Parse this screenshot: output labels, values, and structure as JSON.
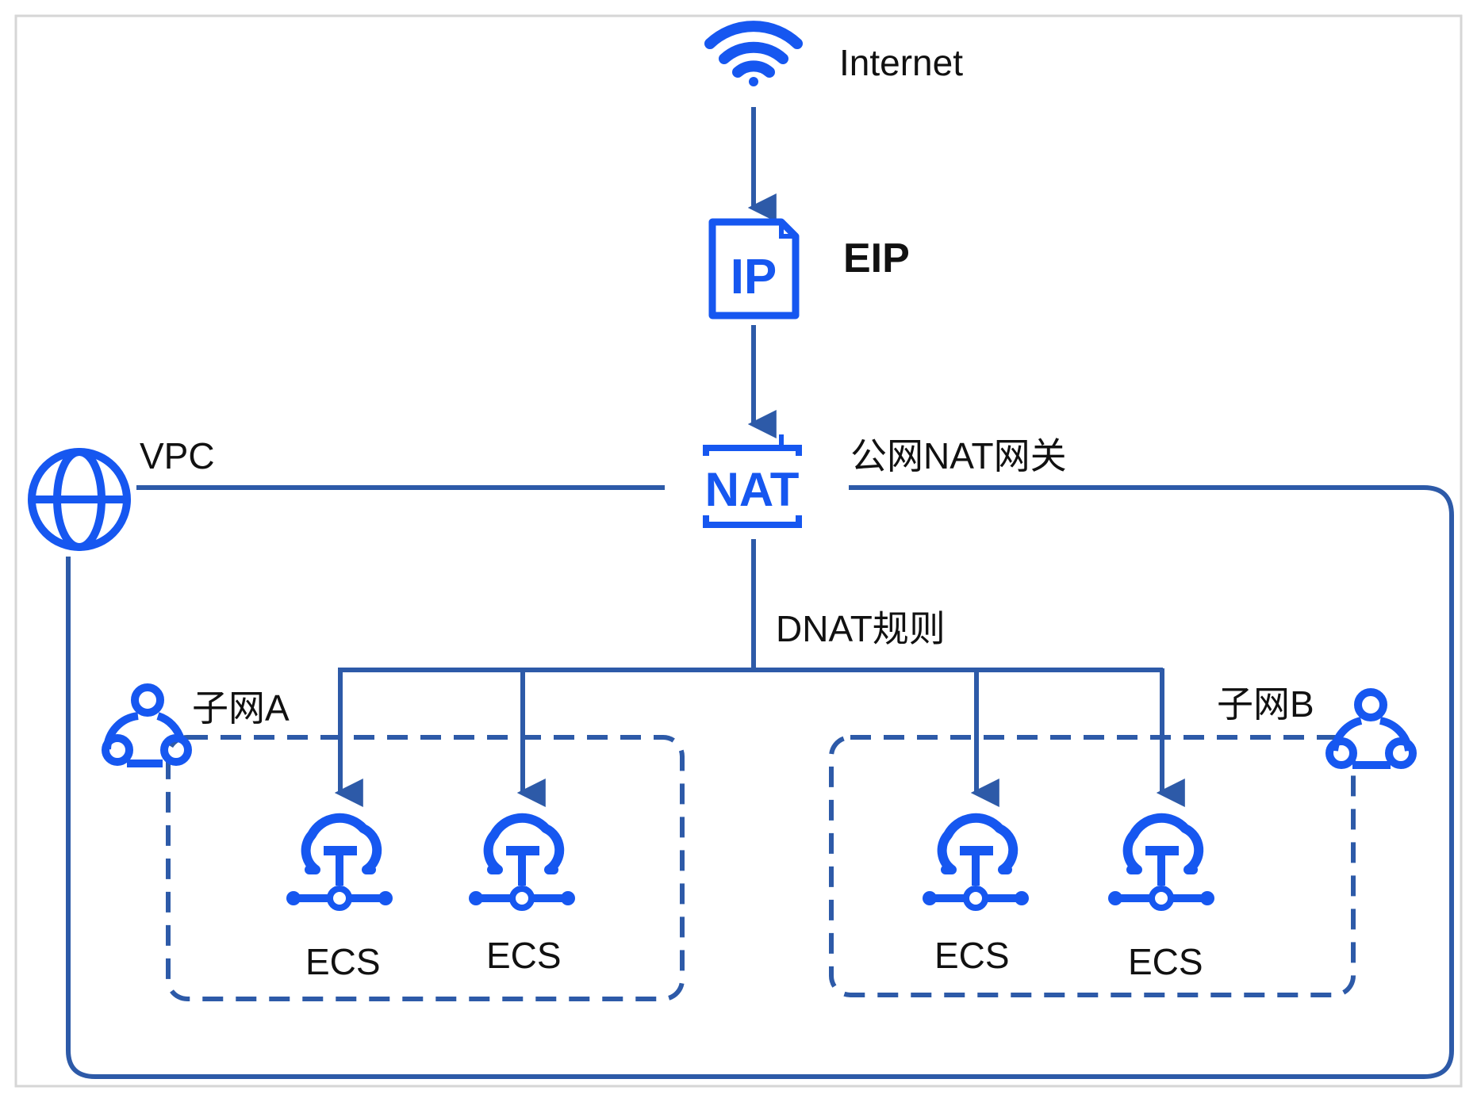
{
  "labels": {
    "internet": "Internet",
    "eip": "EIP",
    "vpc": "VPC",
    "nat_gateway": "公网NAT网关",
    "dnat_rule": "DNAT规则",
    "subnet_a": "子网A",
    "subnet_b": "子网B",
    "ecs": [
      "ECS",
      "ECS",
      "ECS",
      "ECS"
    ]
  },
  "icons": {
    "internet": "wifi-icon",
    "eip": "ip-document-icon",
    "nat": "nat-gateway-icon",
    "nat_text": "NAT",
    "eip_text": "IP",
    "vpc": "globe-icon",
    "subnet": "subnet-icon",
    "ecs": "cloud-server-icon"
  },
  "colors": {
    "line": "#2d5aa8",
    "icon": "#1657f0",
    "background": "#ffffff",
    "frame_border": "#d6d6d6",
    "text": "#111111"
  }
}
